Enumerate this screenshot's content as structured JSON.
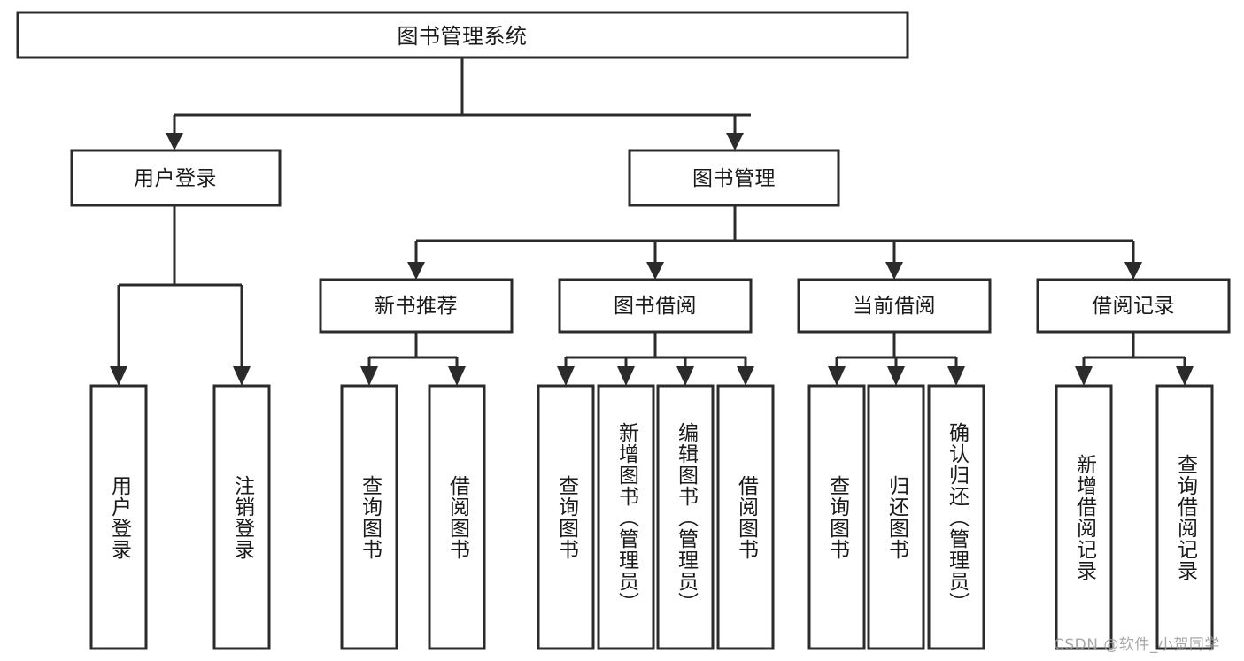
{
  "diagram": {
    "title": "图书管理系统",
    "type": "tree",
    "orientation": "top-down",
    "colors": {
      "stroke": "#2b2b2b",
      "fill": "#ffffff",
      "text": "#1a1a1a",
      "background": "#ffffff",
      "watermark": "#9a9a9a"
    },
    "root": {
      "label": "图书管理系统"
    },
    "level2": [
      {
        "label": "用户登录"
      },
      {
        "label": "图书管理"
      }
    ],
    "level3": [
      {
        "label": "新书推荐"
      },
      {
        "label": "图书借阅"
      },
      {
        "label": "当前借阅"
      },
      {
        "label": "借阅记录"
      }
    ],
    "leaves": {
      "user_login": [
        {
          "label": "用户登录"
        },
        {
          "label": "注销登录"
        }
      ],
      "new_book_recommend": [
        {
          "label": "查询图书"
        },
        {
          "label": "借阅图书"
        }
      ],
      "book_borrow": [
        {
          "label": "查询图书"
        },
        {
          "label": "新增图书（管理员）"
        },
        {
          "label": "编辑图书（管理员）"
        },
        {
          "label": "借阅图书"
        }
      ],
      "current_borrow": [
        {
          "label": "查询图书"
        },
        {
          "label": "归还图书"
        },
        {
          "label": "确认归还（管理员）"
        }
      ],
      "borrow_record": [
        {
          "label": "新增借阅记录"
        },
        {
          "label": "查询借阅记录"
        }
      ]
    },
    "watermark": "CSDN @软件_小贺同学"
  }
}
